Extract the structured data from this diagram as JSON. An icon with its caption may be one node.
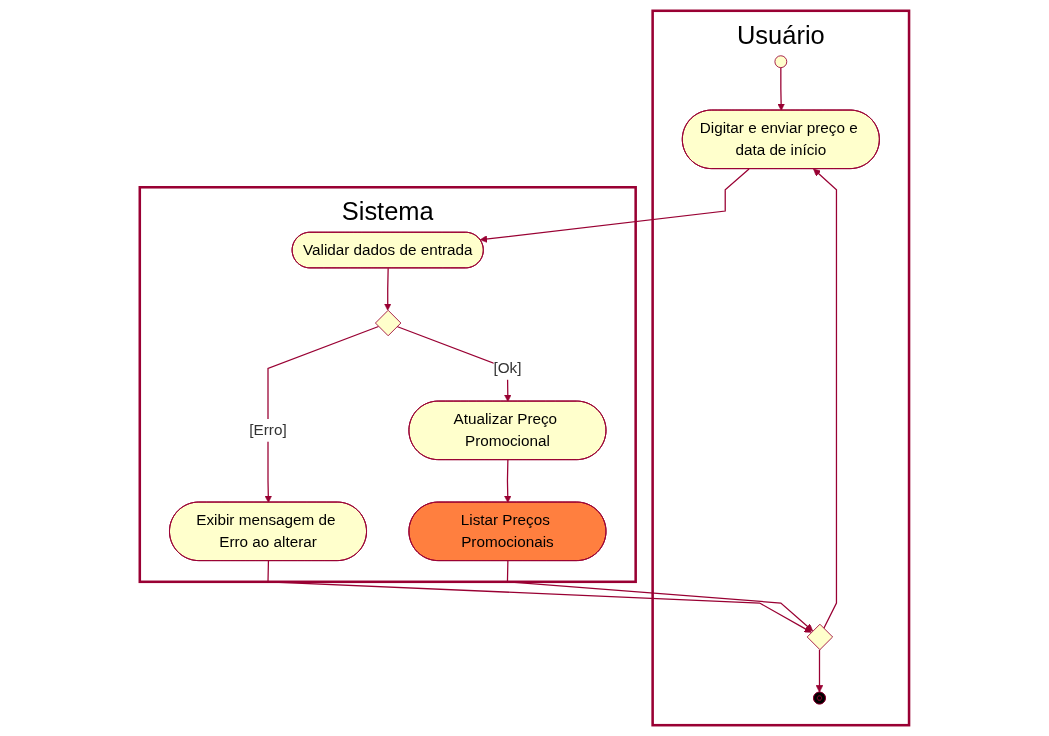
{
  "diagram": {
    "nodes": [
      {
        "text": [
          "Usuário"
        ]
      },
      {
        "text": [
          "Sistema"
        ]
      },
      {
        "text": [],
        "shape": "circle",
        "in": 0
      },
      {
        "text": [
          "Digitar e enviar preço e data de início"
        ],
        "in": 0
      },
      {
        "text": [
          "Validar dados de entrada"
        ],
        "in": 1
      },
      {
        "text": [],
        "shape": "diamond",
        "in": 1
      },
      {
        "text": [
          "Exibir mensagem de Erro ao alterar"
        ],
        "in": 1
      },
      {
        "text": [
          "Atualizar Preço Promocional"
        ],
        "in": 1
      },
      {
        "text": [
          "Listar Preços Promocionais"
        ],
        "in": 1
      },
      {
        "text": [],
        "shape": "diamond",
        "in": 0
      },
      {
        "text": [],
        "shape": "circle",
        "in": 0
      }
    ],
    "edges": [
      {
        "from": 2,
        "to": 3,
        "arrow": "to"
      },
      {
        "from": 3,
        "to": 4,
        "arrow": "to"
      },
      {
        "from": 4,
        "to": 5,
        "arrow": "to"
      },
      {
        "from": 5,
        "to": 6,
        "label": "[Erro]",
        "arrow": "to"
      },
      {
        "from": 5,
        "to": 7,
        "label": "[Ok]",
        "arrow": "to"
      },
      {
        "from": 7,
        "to": 8,
        "arrow": "to"
      },
      {
        "from": 6,
        "to": 9,
        "arrow": "to"
      },
      {
        "from": 8,
        "to": 9,
        "arrow": "to"
      },
      {
        "from": 9,
        "to": 3,
        "arrow": "to"
      },
      {
        "from": 9,
        "to": 10,
        "arrow": "to"
      }
    ]
  }
}
